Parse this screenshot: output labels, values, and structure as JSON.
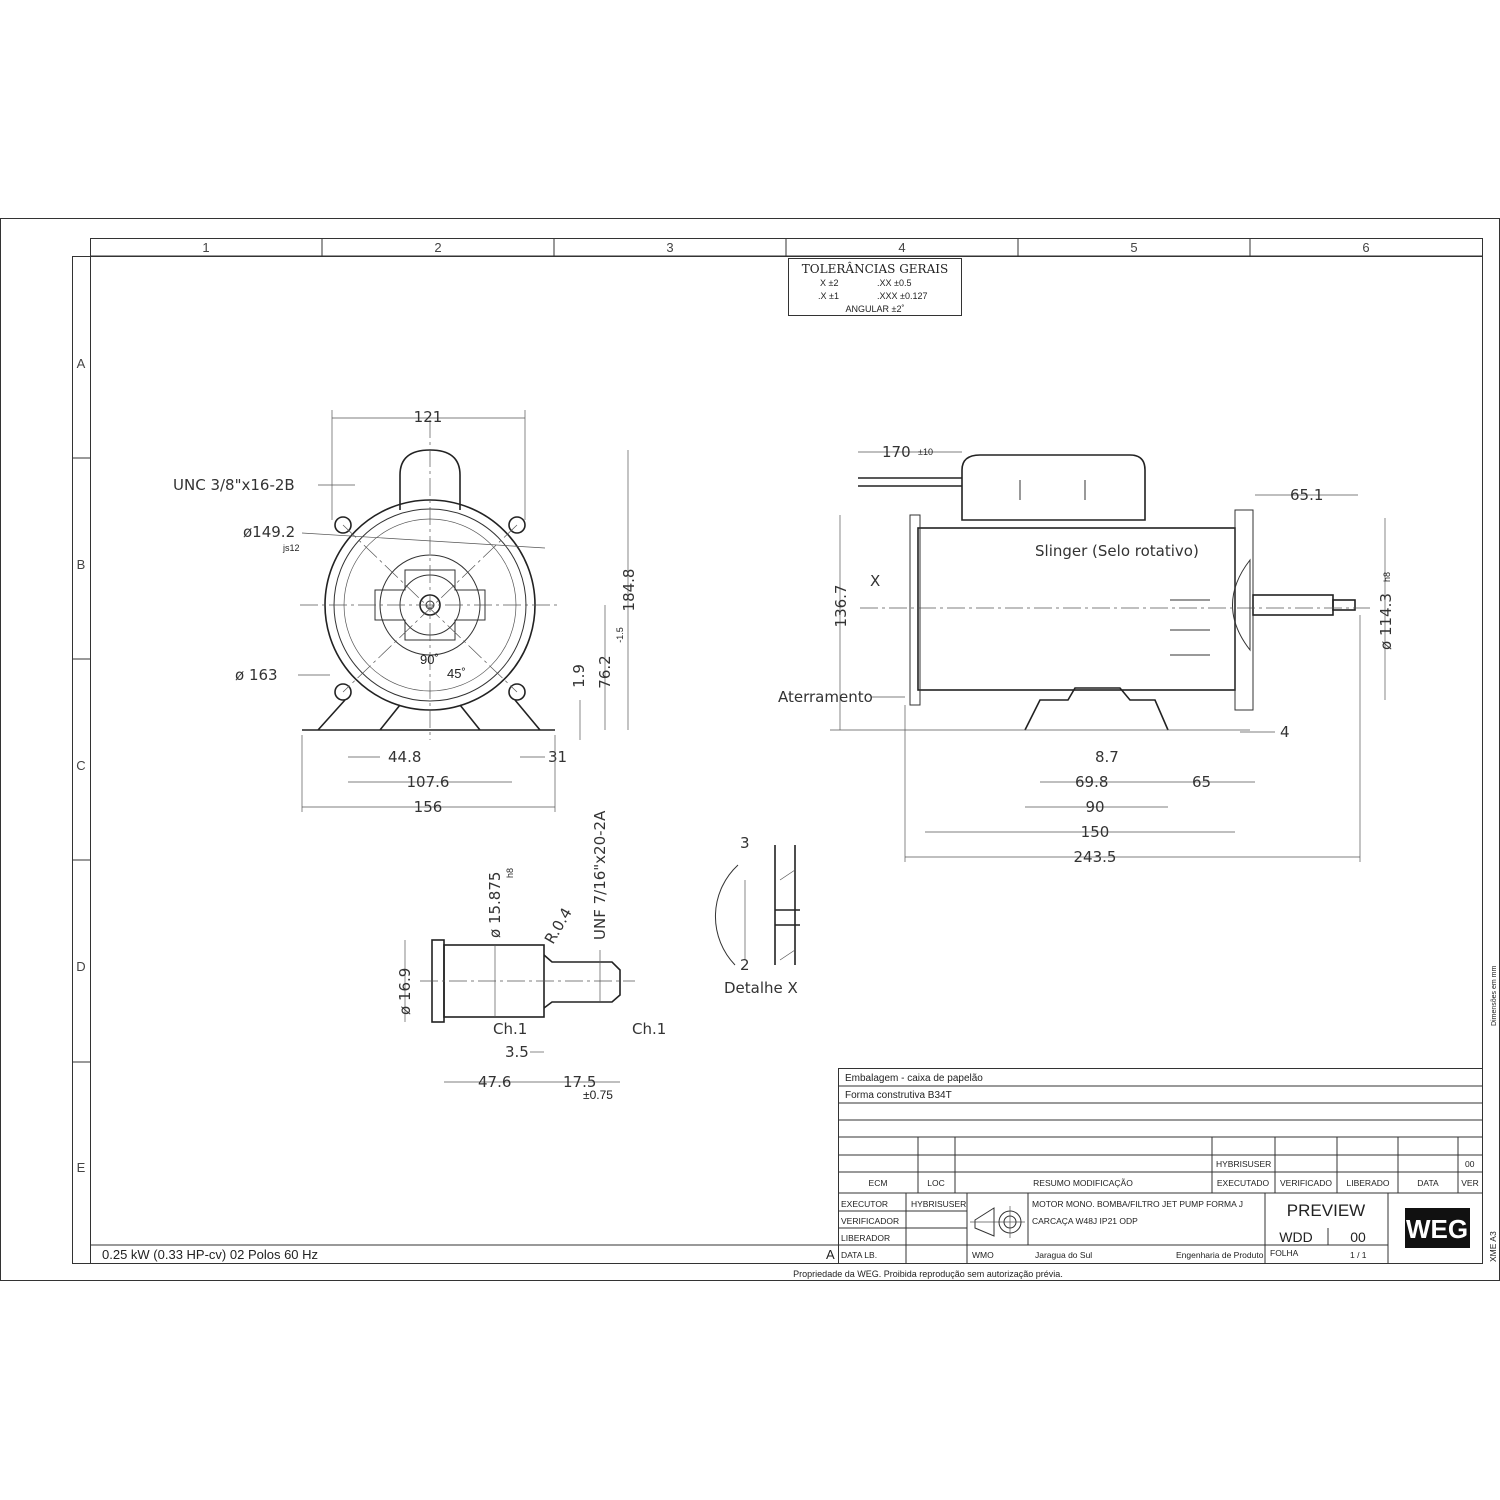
{
  "zones": {
    "columns": [
      "1",
      "2",
      "3",
      "4",
      "5",
      "6"
    ],
    "rows": [
      "A",
      "B",
      "C",
      "D",
      "E"
    ]
  },
  "tolerances": {
    "title": "TOLERÂNCIAS GERAIS",
    "x": "X  ±2",
    "xx": ".XX  ±0.5",
    "x1": ".X  ±1",
    "xxx": ".XXX  ±0.127",
    "angular": "ANGULAR  ±2˚"
  },
  "front_view": {
    "width_121": "121",
    "thread": "UNC 3/8\"x16-2B",
    "dia_149": "ø149.2",
    "dia_149_tol": "js12",
    "dia_163": "ø   163",
    "angle_90": "90˚",
    "angle_45": "45˚",
    "h_184": "184.8",
    "h_76": "76.2",
    "h_76_tol": "-1.5",
    "h_1_9": "1.9",
    "w_44": "44.8",
    "w_31": "31",
    "w_107": "107.6",
    "w_156": "156"
  },
  "side_view": {
    "cable": "170",
    "cable_tol": "±10",
    "d_65_1": "65.1",
    "slinger": "Slinger (Selo rotativo)",
    "x_label": "X",
    "h_136": "136.7",
    "dia_114": "ø 114.3",
    "dia_114_tol": "h8",
    "aterramento": "Aterramento",
    "d_4": "4",
    "d_8_7": "8.7",
    "d_69_8": "69.8",
    "d_65": "65",
    "d_90": "90",
    "d_150": "150",
    "d_243": "243.5"
  },
  "shaft_detail": {
    "dia_15": "ø 15.875",
    "dia_15_tol": "h8",
    "radius": "R.0.4",
    "thread": "UNF 7/16\"x20-2A",
    "dia_16": "ø 16.9",
    "ch1_left": "Ch.1",
    "ch1_right": "Ch.1",
    "d_3_5": "3.5",
    "d_47": "47.6",
    "d_17": "17.5",
    "d_17_tol": "±0.75"
  },
  "detail_x": {
    "title": "Detalhe  X",
    "d_3": "3",
    "d_2": "2"
  },
  "specs": "0.25 kW (0.33 HP-cv)   02 Polos   60 Hz",
  "title_block": {
    "notes": [
      "Embalagem - caixa de papelão",
      "Forma construtiva B34T"
    ],
    "revision": {
      "executado": "HYBRISUSER",
      "ver": "00"
    },
    "headers": [
      "ECM",
      "LOC",
      "RESUMO MODIFICAÇÃO",
      "EXECUTADO",
      "VERIFICADO",
      "LIBERADO",
      "DATA",
      "VER"
    ],
    "executor_label": "EXECUTOR",
    "executor": "HYBRISUSER",
    "verificador_label": "VERIFICADOR",
    "liberador_label": "LIBERADOR",
    "data_lb_label": "DATA LB.",
    "description_1": "MOTOR MONO.  BOMBA/FILTRO  JET PUMP FORMA J",
    "description_2": "CARCAÇA W48J IP21 ODP",
    "preview": "PREVIEW",
    "code": "WDD",
    "code_rev": "00",
    "wmo": "WMO",
    "city": "Jaragua do Sul",
    "dept": "Engenharia de Produto",
    "folha_label": "FOLHA",
    "folha": "1  /  1",
    "rev_letter": "A",
    "logo": "WEG",
    "format": "XME   A3",
    "units": "Dimensões em mm"
  },
  "footer": "Propriedade da WEG. Proibida reprodução sem autorização prévia."
}
